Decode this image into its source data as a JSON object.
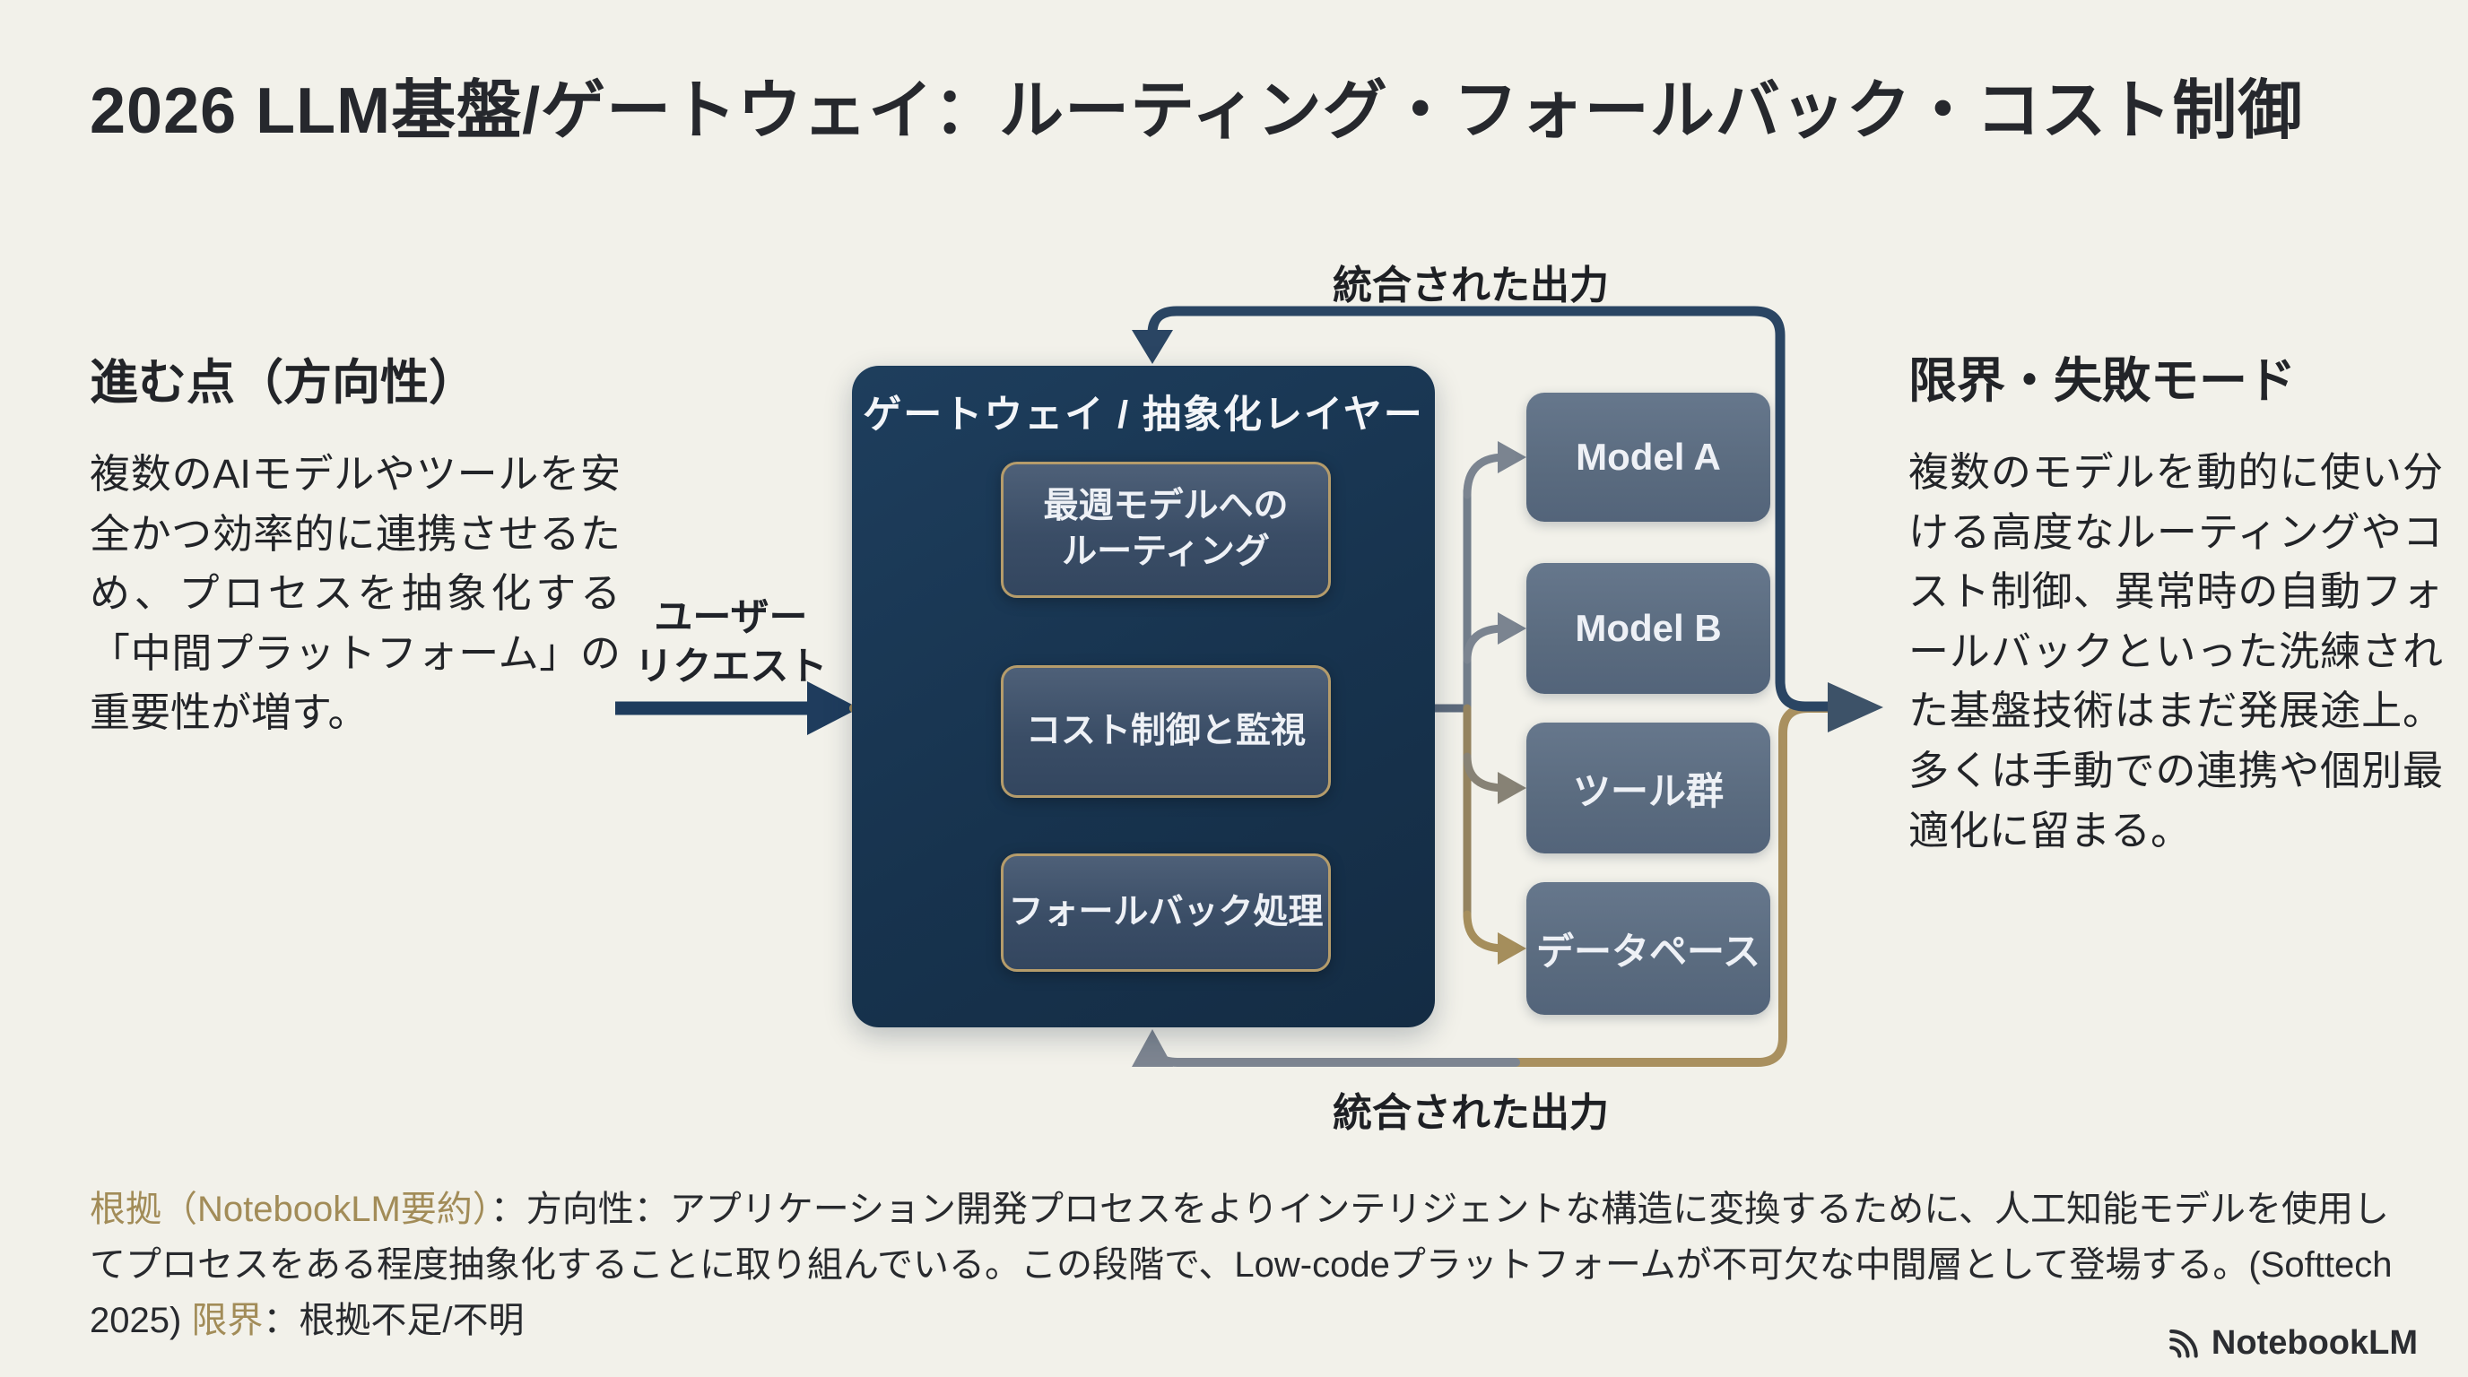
{
  "title": "2026 LLM基盤/ゲートウェイ：ルーティング・フォールバック・コスト制御",
  "left_panel": {
    "heading": "進む点（方向性）",
    "body": "複数のAIモデルやツールを安全かつ効率的に連携させるため、プロセスを抽象化する「中間プラットフォーム」の重要性が増す。"
  },
  "right_panel": {
    "heading": "限界・失敗モード",
    "body": "複数のモデルを動的に使い分ける高度なルーティングやコスト制御、異常時の自動フォールバックといった洗練された基盤技術はまだ発展途上。多くは手動での連携や個別最適化に留まる。"
  },
  "diagram": {
    "user_request_label": "ユーザー\nリクエスト",
    "gateway": {
      "title": "ゲートウェイ / 抽象化レイヤー",
      "nodes": [
        {
          "label": "最週モデルへの\nルーティング"
        },
        {
          "label": "コスト制御と監視"
        },
        {
          "label": "フォールバック処理"
        }
      ]
    },
    "targets": [
      {
        "label": "Model A"
      },
      {
        "label": "Model B"
      },
      {
        "label": "ツール群"
      },
      {
        "label": "データペース"
      }
    ],
    "top_output_label": "統合された出力",
    "bottom_output_label": "統合された出力"
  },
  "footer": {
    "parts": [
      {
        "text": "根拠（NotebookLM要約）"
      },
      {
        "text": "：方向性：アプリケーション開発プロセスをよりインテリジェントな構造に変換するために、人工知能モデルを使用してプロセスをある程度抽象化することに取り組んでいる。この段階で、Low-codeプラットフォームが不可欠な中間層として登場する。(Softtech 2025) "
      },
      {
        "text": "限界"
      },
      {
        "text": "：根拠不足/不明"
      }
    ]
  },
  "branding": {
    "logo_text": "NotebookLM"
  },
  "colors": {
    "background": "#f2f1ea",
    "navy": "#2a4563",
    "gateway_bg": "#17334e",
    "gold": "#a9905f",
    "node_border": "#b59c6b",
    "slate": "#5d6a7c",
    "gray": "#7d8591",
    "target_bg": "#5d6e80",
    "text_dark": "#26282d",
    "footer_gold": "#a28c58"
  }
}
